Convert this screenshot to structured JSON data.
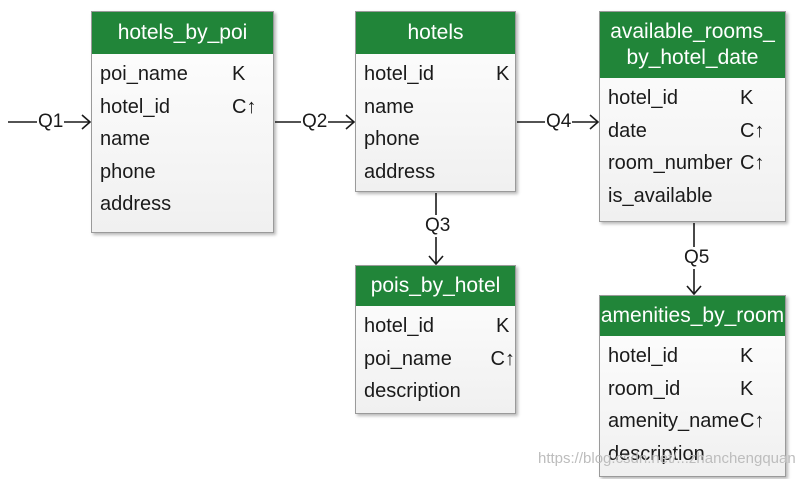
{
  "tables": [
    {
      "id": "hotels_by_poi",
      "header": [
        "hotels_by_poi"
      ],
      "columns": [
        {
          "name": "poi_name",
          "key": "K"
        },
        {
          "name": "hotel_id",
          "key": "C↑"
        },
        {
          "name": "name",
          "key": ""
        },
        {
          "name": "phone",
          "key": ""
        },
        {
          "name": "address",
          "key": ""
        }
      ]
    },
    {
      "id": "hotels",
      "header": [
        "hotels"
      ],
      "columns": [
        {
          "name": "hotel_id",
          "key": "K"
        },
        {
          "name": "name",
          "key": ""
        },
        {
          "name": "phone",
          "key": ""
        },
        {
          "name": "address",
          "key": ""
        }
      ]
    },
    {
      "id": "available_rooms_by_hotel_date",
      "header": [
        "available_rooms_",
        "by_hotel_date"
      ],
      "columns": [
        {
          "name": "hotel_id",
          "key": "K"
        },
        {
          "name": "date",
          "key": "C↑"
        },
        {
          "name": "room_number",
          "key": "C↑"
        },
        {
          "name": "is_available",
          "key": ""
        }
      ]
    },
    {
      "id": "pois_by_hotel",
      "header": [
        "pois_by_hotel"
      ],
      "columns": [
        {
          "name": "hotel_id",
          "key": "K"
        },
        {
          "name": "poi_name",
          "key": "C↑"
        },
        {
          "name": "description",
          "key": ""
        }
      ]
    },
    {
      "id": "amenities_by_room",
      "header": [
        "amenities_by_room"
      ],
      "columns": [
        {
          "name": "hotel_id",
          "key": "K"
        },
        {
          "name": "room_id",
          "key": "K"
        },
        {
          "name": "amenity_name",
          "key": "C↑"
        },
        {
          "name": "description",
          "key": ""
        }
      ]
    }
  ],
  "queries": [
    "Q1",
    "Q2",
    "Q3",
    "Q4",
    "Q5"
  ],
  "watermark": "https://blog.csdn.net/...zhanchengquan",
  "colors": {
    "header": "#218539",
    "header_text": "#ffffff",
    "border": "#9a9a9a",
    "line": "#1a1a1a"
  }
}
